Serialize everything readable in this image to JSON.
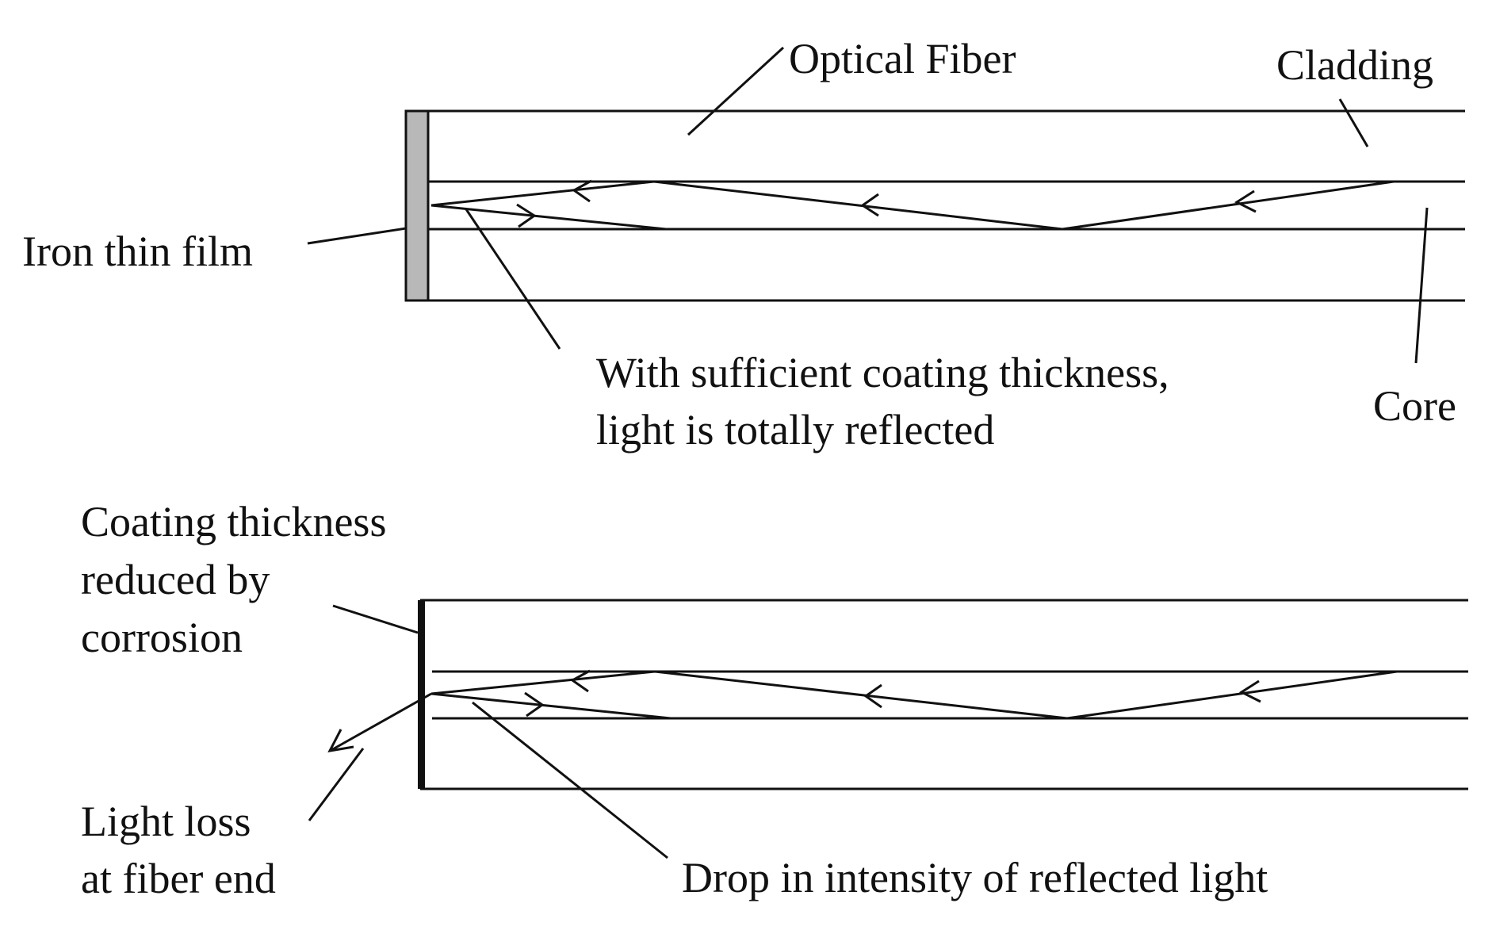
{
  "labels": {
    "optical_fiber": "Optical Fiber",
    "cladding": "Cladding",
    "iron_thin_film": "Iron thin film",
    "core": "Core",
    "total_reflection": [
      "With sufficient coating thickness,",
      "light is totally reflected"
    ],
    "coating_reduced": [
      "Coating thickness",
      "reduced by",
      "corrosion"
    ],
    "light_loss": [
      "Light loss",
      "at fiber end"
    ],
    "drop_intensity": "Drop in intensity of reflected light"
  },
  "colors": {
    "line": "#111111",
    "film_fill": "#b8b8b8",
    "background": "#ffffff"
  }
}
